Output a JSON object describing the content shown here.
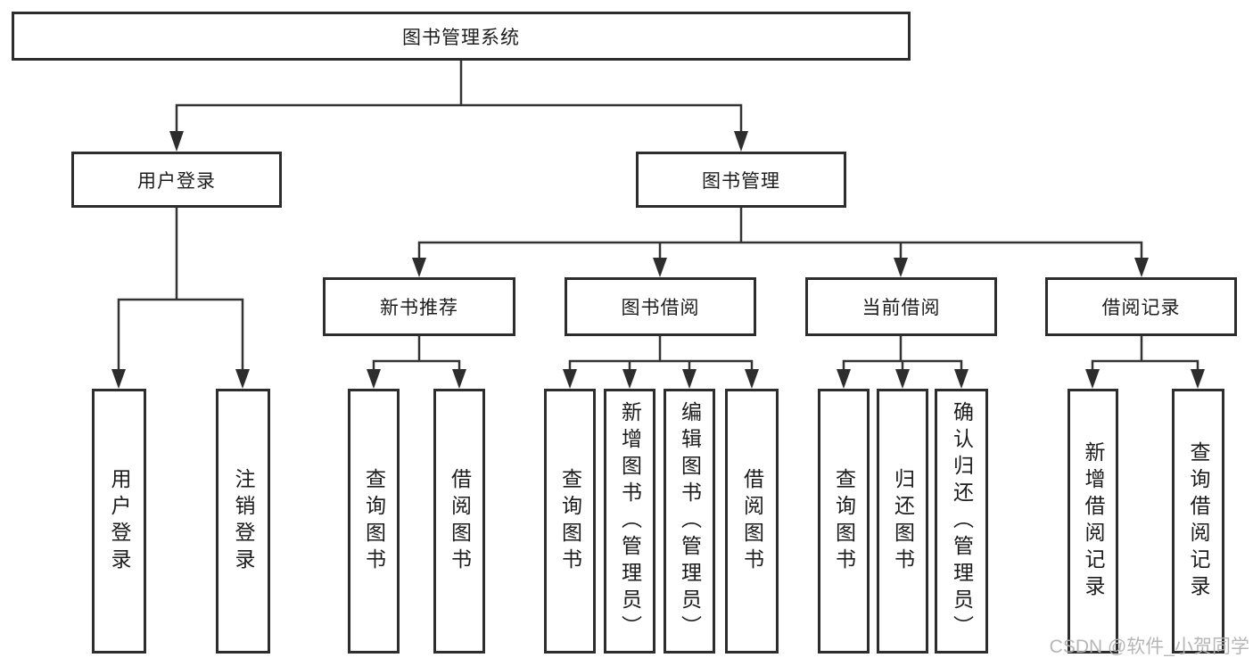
{
  "diagram": {
    "root": {
      "label": "图书管理系统"
    },
    "level2": [
      {
        "label": "用户登录"
      },
      {
        "label": "图书管理"
      }
    ],
    "level3": [
      {
        "label": "新书推荐",
        "parent": "图书管理"
      },
      {
        "label": "图书借阅",
        "parent": "图书管理"
      },
      {
        "label": "当前借阅",
        "parent": "图书管理"
      },
      {
        "label": "借阅记录",
        "parent": "图书管理"
      }
    ],
    "leaves": [
      {
        "label": "用户登录",
        "parent": "用户登录"
      },
      {
        "label": "注销登录",
        "parent": "用户登录"
      },
      {
        "label": "查询图书",
        "parent": "新书推荐"
      },
      {
        "label": "借阅图书",
        "parent": "新书推荐"
      },
      {
        "label": "查询图书",
        "parent": "图书借阅"
      },
      {
        "label": "新增图书（管理员）",
        "parent": "图书借阅"
      },
      {
        "label": "编辑图书（管理员）",
        "parent": "图书借阅"
      },
      {
        "label": "借阅图书",
        "parent": "图书借阅"
      },
      {
        "label": "查询图书",
        "parent": "当前借阅"
      },
      {
        "label": "归还图书",
        "parent": "当前借阅"
      },
      {
        "label": "确认归还（管理员）",
        "parent": "当前借阅"
      },
      {
        "label": "新增借阅记录",
        "parent": "借阅记录"
      },
      {
        "label": "查询借阅记录",
        "parent": "借阅记录"
      }
    ],
    "watermark": "CSDN @软件_小贺同学",
    "colors": {
      "line": "#333333",
      "box_border": "#2d2d2d",
      "text": "#1c1c1c",
      "watermark": "#b3b3b3",
      "background": "#ffffff"
    }
  }
}
